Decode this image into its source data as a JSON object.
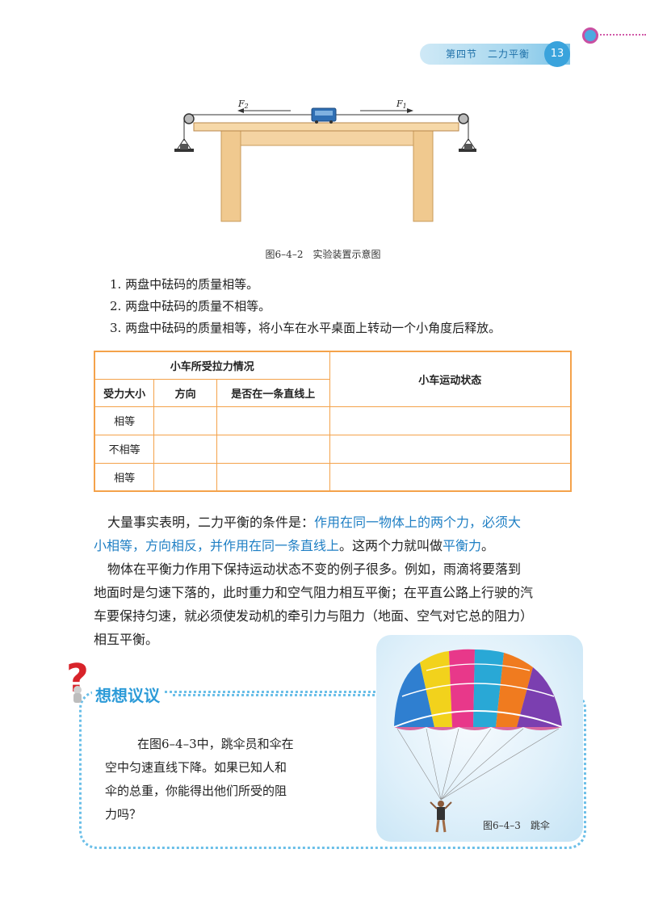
{
  "header": {
    "section_title": "第四节　二力平衡",
    "page_number": "13"
  },
  "figure1": {
    "caption": "图6–4–2　实验装置示意图",
    "force_left": "F",
    "force_left_sub": "2",
    "force_right": "F",
    "force_right_sub": "1"
  },
  "list": [
    "1. 两盘中砝码的质量相等。",
    "2. 两盘中砝码的质量不相等。",
    "3. 两盘中砝码的质量相等，将小车在水平桌面上转动一个小角度后释放。"
  ],
  "table": {
    "group_header": "小车所受拉力情况",
    "motion_header": "小车运动状态",
    "col_size": "受力大小",
    "col_direction": "方向",
    "col_line": "是否在一条直线上",
    "rows": [
      "相等",
      "不相等",
      "相等"
    ]
  },
  "para1": {
    "line1_a": "大量事实表明，二力平衡的条件是：",
    "line1_b": "作用在同一物体上的两个力，必须大",
    "line2_a": "小相等，方向相反，并作用在同一条直线上",
    "line2_b": "。这两个力就叫做",
    "line2_c": "平衡力",
    "line2_d": "。"
  },
  "para2": {
    "line1": "物体在平衡力作用下保持运动状态不变的例子很多。例如，雨滴将要落到",
    "line2": "地面时是匀速下落的，此时重力和空气阻力相互平衡；在平直公路上行驶的汽",
    "line3": "车要保持匀速，就必须使发动机的牵引力与阻力（地面、空气对它总的阻力）",
    "line4": "相互平衡。"
  },
  "discussion": {
    "title": "想想议议",
    "line1": "在图6–4–3中，跳伞员和伞在",
    "line2": "空中匀速直线下降。如果已知人和",
    "line3": "伞的总重，你能得出他们所受的阻",
    "line4": "力吗？"
  },
  "figure3": {
    "caption": "图6–4–3　跳伞"
  }
}
